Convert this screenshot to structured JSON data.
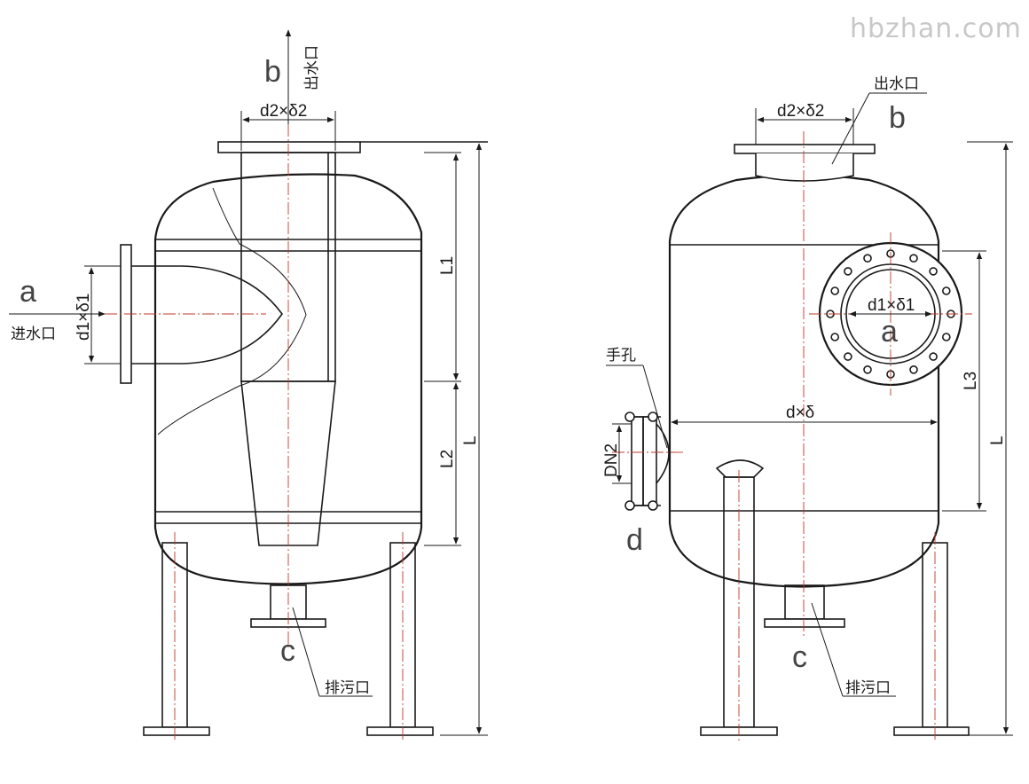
{
  "watermark": "hbzhan.com",
  "left_view": {
    "outlet_letter": "b",
    "outlet_label": "出水口",
    "outlet_dim": "d2×δ2",
    "inlet_letter": "a",
    "inlet_label": "进水口",
    "inlet_dim": "d1×δ1",
    "drain_letter": "c",
    "drain_label": "排污口",
    "dim_l1": "L1",
    "dim_l2": "L2",
    "dim_l": "L"
  },
  "right_view": {
    "outlet_letter": "b",
    "outlet_label": "出水口",
    "outlet_dim": "d2×δ2",
    "inlet_letter": "a",
    "inlet_dim": "d1×δ1",
    "handhole_label": "手孔",
    "handhole_letter": "d",
    "handhole_dim": "DN2",
    "body_dim": "d×δ",
    "drain_letter": "c",
    "drain_label": "排污口",
    "dim_l3": "L3",
    "dim_l": "L"
  }
}
